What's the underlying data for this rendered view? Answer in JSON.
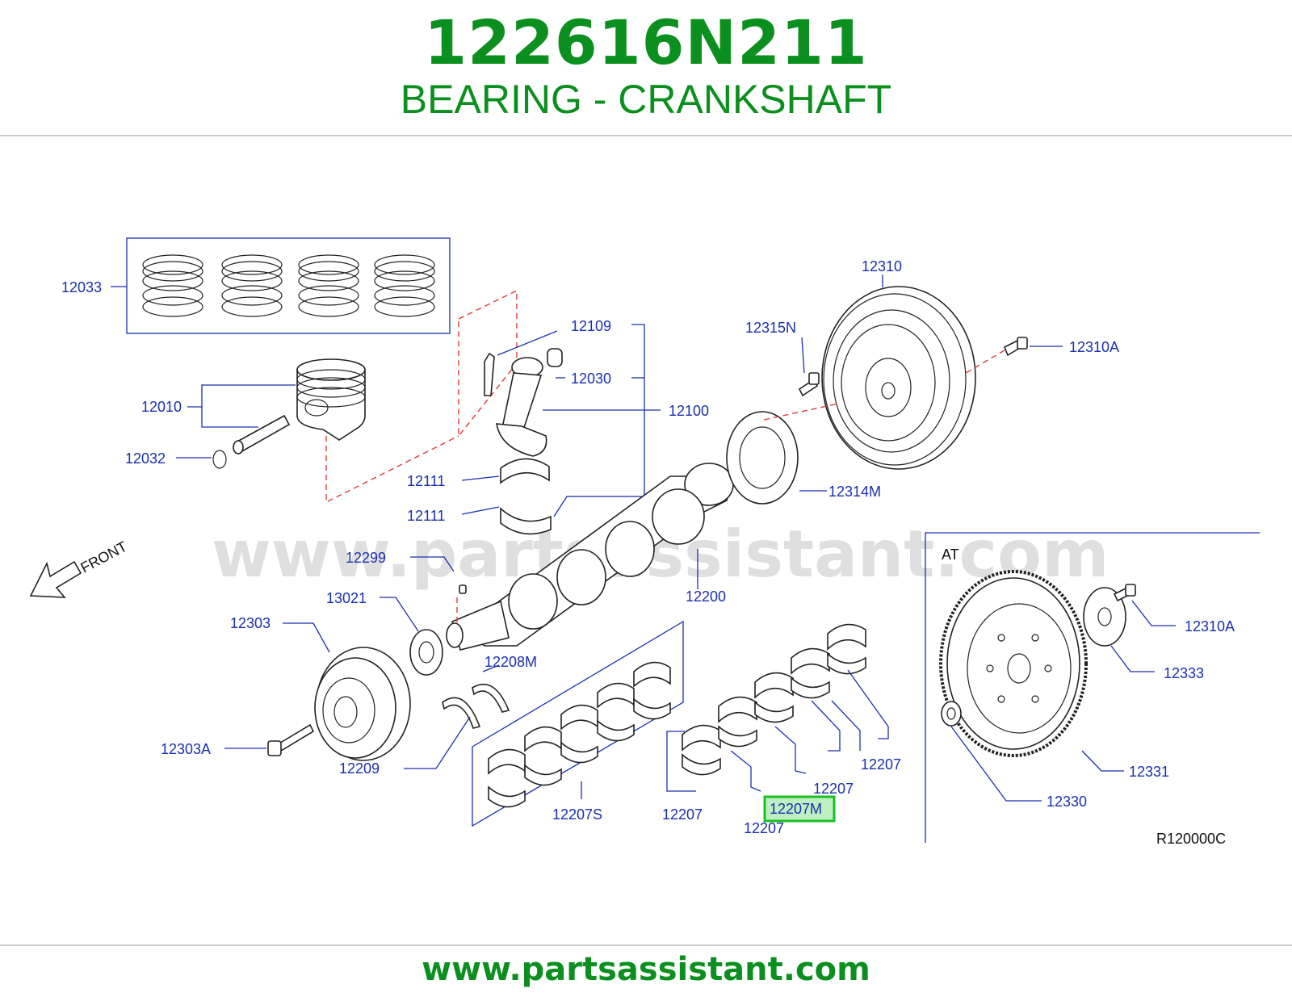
{
  "header": {
    "part_number": "122616N211",
    "part_name": "BEARING - CRANKSHAFT"
  },
  "footer": {
    "url": "www.partsassistant.com"
  },
  "diagram": {
    "watermark": "www.partsassistant.com",
    "front_label": "FRONT",
    "at_label": "AT",
    "drawing_code": "R120000C",
    "highlight_color": "#19c21f",
    "label_color": "#1a2fb0",
    "labels": {
      "l12033": "12033",
      "l12109": "12109",
      "l12030": "12030",
      "l12010": "12010",
      "l12100": "12100",
      "l12032": "12032",
      "l12111a": "12111",
      "l12111b": "12111",
      "l12310": "12310",
      "l12315N": "12315N",
      "l12310A_top": "12310A",
      "l12314M": "12314M",
      "l12299": "12299",
      "l12200": "12200",
      "l13021": "13021",
      "l12303": "12303",
      "l12208M": "12208M",
      "l12303A": "12303A",
      "l12209": "12209",
      "l12207S": "12207S",
      "l12207_a": "12207",
      "l12207M": "12207M",
      "l12207_b": "12207",
      "l12207_c": "12207",
      "l12207_d": "12207",
      "l12310A_at": "12310A",
      "l12333": "12333",
      "l12331": "12331",
      "l12330": "12330"
    }
  }
}
